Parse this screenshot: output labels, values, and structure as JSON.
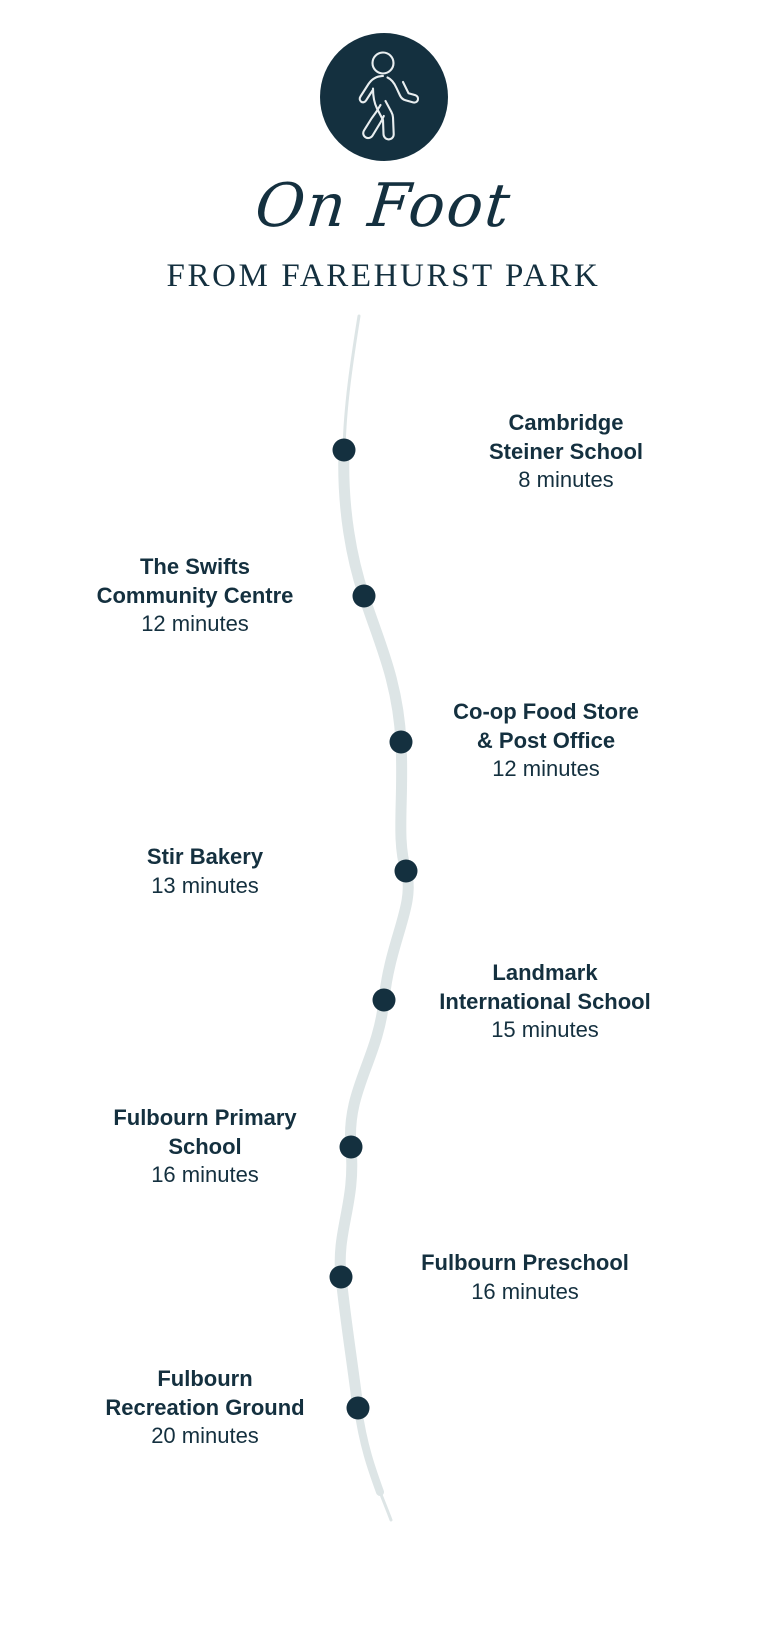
{
  "header": {
    "icon": "walking-person-icon",
    "script_title": "On Foot",
    "sub_title": "FROM FAREHURST PARK"
  },
  "colors": {
    "ink": "#14303f",
    "path": "#dde5e6",
    "background": "#ffffff"
  },
  "route": {
    "label": "walking-route-path",
    "stops": [
      {
        "name": "Cambridge\nSteiner School",
        "time": "8 minutes",
        "side": "right"
      },
      {
        "name": "The Swifts\nCommunity Centre",
        "time": "12 minutes",
        "side": "left"
      },
      {
        "name": "Co-op Food Store\n& Post Office",
        "time": "12 minutes",
        "side": "right"
      },
      {
        "name": "Stir Bakery",
        "time": "13 minutes",
        "side": "left"
      },
      {
        "name": "Landmark\nInternational School",
        "time": "15 minutes",
        "side": "right"
      },
      {
        "name": "Fulbourn Primary\nSchool",
        "time": "16 minutes",
        "side": "left"
      },
      {
        "name": "Fulbourn Preschool",
        "time": "16 minutes",
        "side": "right"
      },
      {
        "name": "Fulbourn\nRecreation Ground",
        "time": "20 minutes",
        "side": "left"
      }
    ]
  }
}
